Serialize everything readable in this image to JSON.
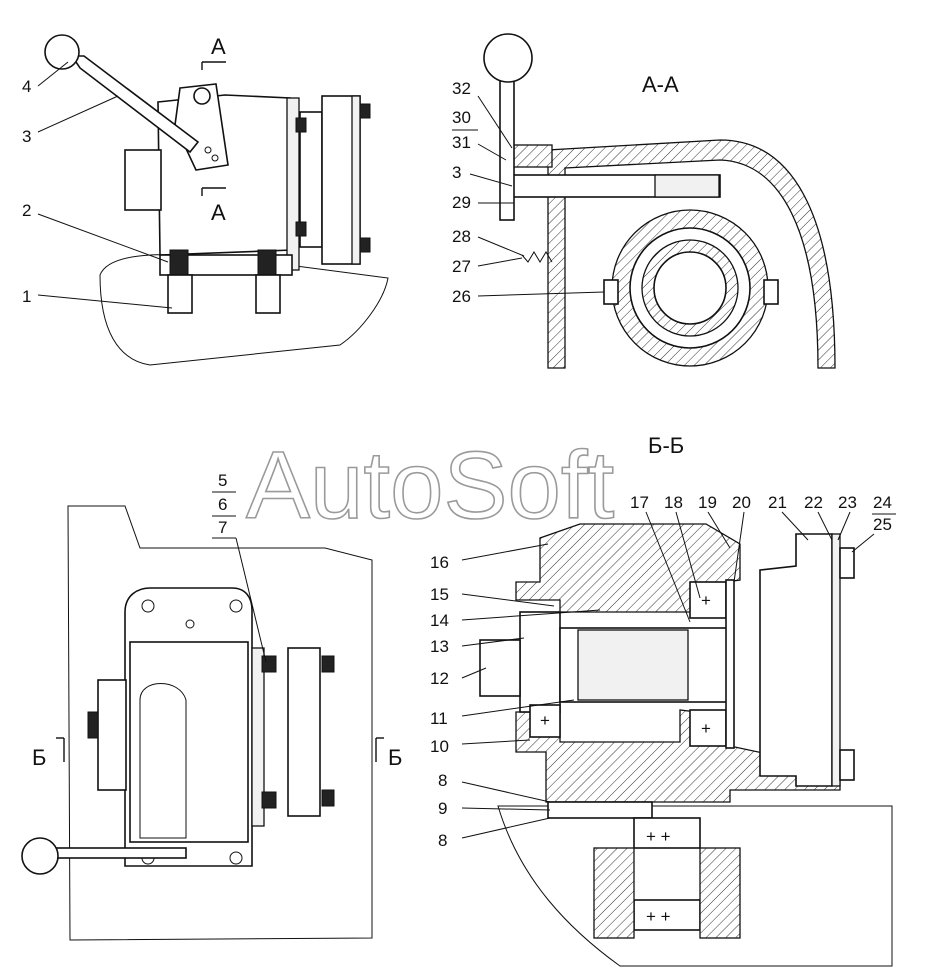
{
  "watermark": "AutoSoft",
  "sections": {
    "aa_title": "А-А",
    "bb_title": "Б-Б",
    "cut_a_top": "А",
    "cut_a_bottom": "А",
    "cut_b_left": "Б",
    "cut_b_right": "Б"
  },
  "callouts": {
    "c1": "1",
    "c2": "2",
    "c3": "3",
    "c4": "4",
    "c5": "5",
    "c6": "6",
    "c7": "7",
    "c8a": "8",
    "c8b": "8",
    "c9": "9",
    "c10": "10",
    "c11": "11",
    "c12": "12",
    "c13": "13",
    "c14": "14",
    "c15": "15",
    "c16": "16",
    "c17": "17",
    "c18": "18",
    "c19": "19",
    "c20": "20",
    "c21": "21",
    "c22": "22",
    "c23": "23",
    "c24": "24",
    "c25": "25",
    "c26": "26",
    "c27": "27",
    "c28": "28",
    "c29": "29",
    "c3b": "3",
    "c30": "30",
    "c31": "31",
    "c32": "32"
  }
}
